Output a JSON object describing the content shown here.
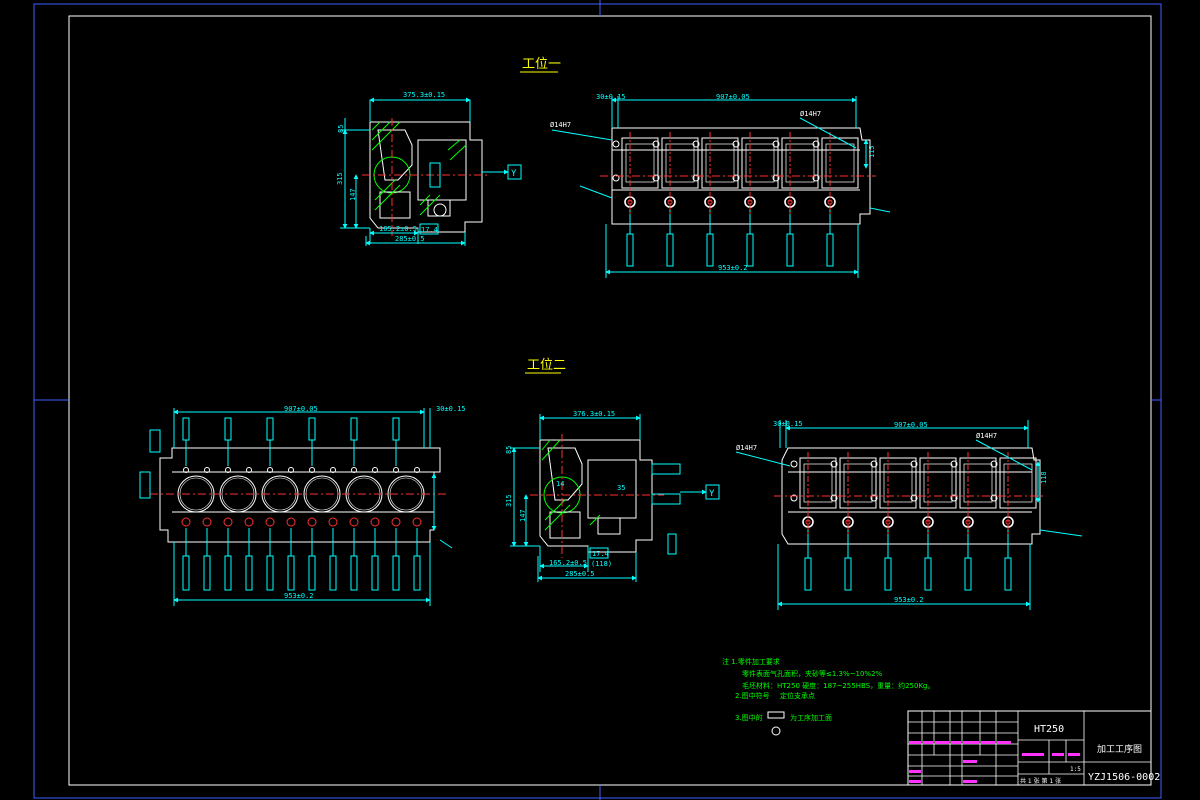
{
  "views": {
    "station1_title": "工位一",
    "station2_title": "工位二"
  },
  "dims": {
    "s1_top_width": "375.3±0.15",
    "s1_left_height": "315",
    "s1_left_small": "147",
    "s1_left_top": "85",
    "s1_bottom_inner": "165.2±0.5",
    "s1_bottom_width": "285±0.5",
    "s1_bottom_small": "17.4",
    "s1_right_offset": "30±0.15",
    "s1_right_span": "907±0.05",
    "s1_right_total": "953±0.2",
    "s1_right_hole_left": "Ø14H7",
    "s1_right_hole_right": "Ø14H7",
    "s1_right_height": "115",
    "s2_left_span": "907±0.05",
    "s2_left_offset": "30±0.15",
    "s2_left_total": "953±0.2",
    "s2_mid_width": "376.3±0.15",
    "s2_mid_height": "315",
    "s2_mid_small": "147",
    "s2_mid_top": "85",
    "s2_mid_inner": "165.2±0.5",
    "s2_mid_bottom": "285±0.5",
    "s2_mid_small2": "17.4",
    "s2_mid_paren": "(118)",
    "s2_mid_35": "35",
    "s2_mid_14": "14",
    "s2_right_offset": "30±0.15",
    "s2_right_span": "907±0.05",
    "s2_right_total": "953±0.2",
    "s2_right_hole_left": "Ø14H7",
    "s2_right_hole_right": "Ø14H7",
    "s2_right_height": "118"
  },
  "callouts": {
    "y_tag_1": "Y",
    "y_tag_2": "Y"
  },
  "notes": {
    "line1": "注 1.零件加工要求",
    "line2": "零件表面气孔面积，夹砂等≤1.3%~10%2%",
    "line3": "毛坯材料：HT250 硬度：187~255HBS，重量：约250Kg。",
    "line4": "2.图中符号",
    "line5": "定位支承点",
    "line6": "3.图中的",
    "line7": "为工序加工面"
  },
  "title_block": {
    "material": "HT250",
    "drawing_name": "加工工序图",
    "drawing_no": "YZJ1506-0002",
    "scale": "1:5",
    "sheet": "共 1 张 第 1 张"
  },
  "colors": {
    "frame": "#ffffff",
    "part": "#ffffff",
    "dimension": "#00ffff",
    "center": "#ff3030",
    "hatch": "#00ff00",
    "title": "#ffff00",
    "notes": "#00ff00",
    "tb_magenta": "#ff33ff"
  }
}
